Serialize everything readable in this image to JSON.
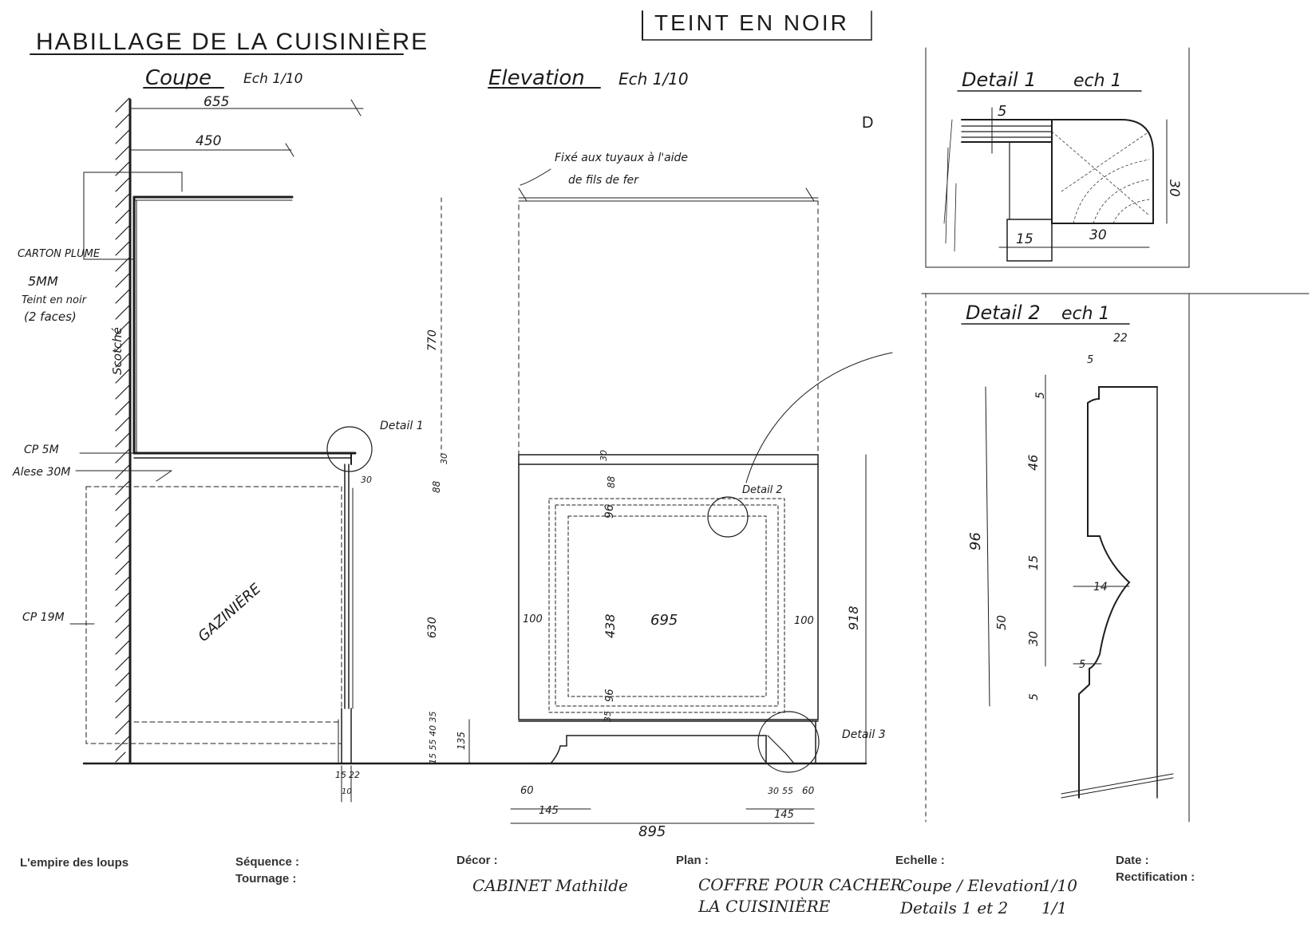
{
  "header": {
    "title": "HABILLAGE DE LA CUISINIÈRE",
    "finish_note": "TEINT EN NOIR",
    "arrow_mark": "D"
  },
  "views": {
    "coupe": {
      "title": "Coupe",
      "scale": "Ech 1/10"
    },
    "elevation": {
      "title": "Elevation",
      "scale": "Ech 1/10"
    },
    "detail1": {
      "title": "Detail 1",
      "scale": "ech 1"
    },
    "detail2": {
      "title": "Detail 2",
      "scale": "ech 1"
    }
  },
  "coupe_annotations": {
    "dim_655": "655",
    "dim_450": "450",
    "carton": "CARTON PLUME",
    "thickness": "5MM",
    "teint": "Teint en noir",
    "faces": "(2 faces)",
    "scotche": "Scotché",
    "cp5": "CP 5M",
    "alese": "Alese 30M",
    "cp19": "CP 19M",
    "gaziniere": "GAZINIÈRE",
    "detail1_callout": "Detail 1",
    "dim_30": "30",
    "dim_15": "15",
    "dim_22": "22",
    "dim_10": "10"
  },
  "elevation_annotations": {
    "fix_note_1": "Fixé aux tuyaux à l'aide",
    "fix_note_2": "de fils de fer",
    "dim_770": "770",
    "dim_30": "30",
    "dim_88_top": "88",
    "dim_96_top": "96",
    "dim_630": "630",
    "dim_438": "438",
    "dim_695": "695",
    "dim_100_left": "100",
    "dim_100_right": "100",
    "dim_918": "918",
    "dim_96_bottom": "96",
    "dim_35": "35",
    "dim_stack": "15 55 40 35",
    "dim_135": "135",
    "dim_60_left": "60",
    "dim_145_left": "145",
    "dim_895": "895",
    "dim_30_bottom": "30",
    "dim_55_bottom": "55",
    "dim_60_right": "60",
    "dim_145_right": "145",
    "detail2_callout": "Detail 2",
    "detail3_callout": "Detail 3"
  },
  "detail1_annotations": {
    "dim_5": "5",
    "dim_30_v": "30",
    "dim_15": "15",
    "dim_30_h": "30"
  },
  "detail2_annotations": {
    "dim_22": "22",
    "dim_5_top": "5",
    "dim_5_1": "5",
    "dim_46": "46",
    "dim_96": "96",
    "dim_15": "15",
    "dim_14": "14",
    "dim_50": "50",
    "dim_30": "30",
    "dim_5_2": "5",
    "dim_5_3": "5"
  },
  "title_block": {
    "studio": "L'empire des loups",
    "sequence_label": "Séquence :",
    "tournage_label": "Tournage :",
    "decor_label": "Décor :",
    "decor_value": "CABINET Mathilde",
    "plan_label": "Plan :",
    "plan_value_1": "COFFRE POUR CACHER",
    "plan_value_2": "LA CUISINIÈRE",
    "echelle_label": "Echelle :",
    "echelle_line_1": "Coupe / Elevation",
    "echelle_val_1": "1/10",
    "echelle_line_2": "Details 1 et 2",
    "echelle_val_2": "1/1",
    "date_label": "Date :",
    "rectification_label": "Rectification :"
  }
}
